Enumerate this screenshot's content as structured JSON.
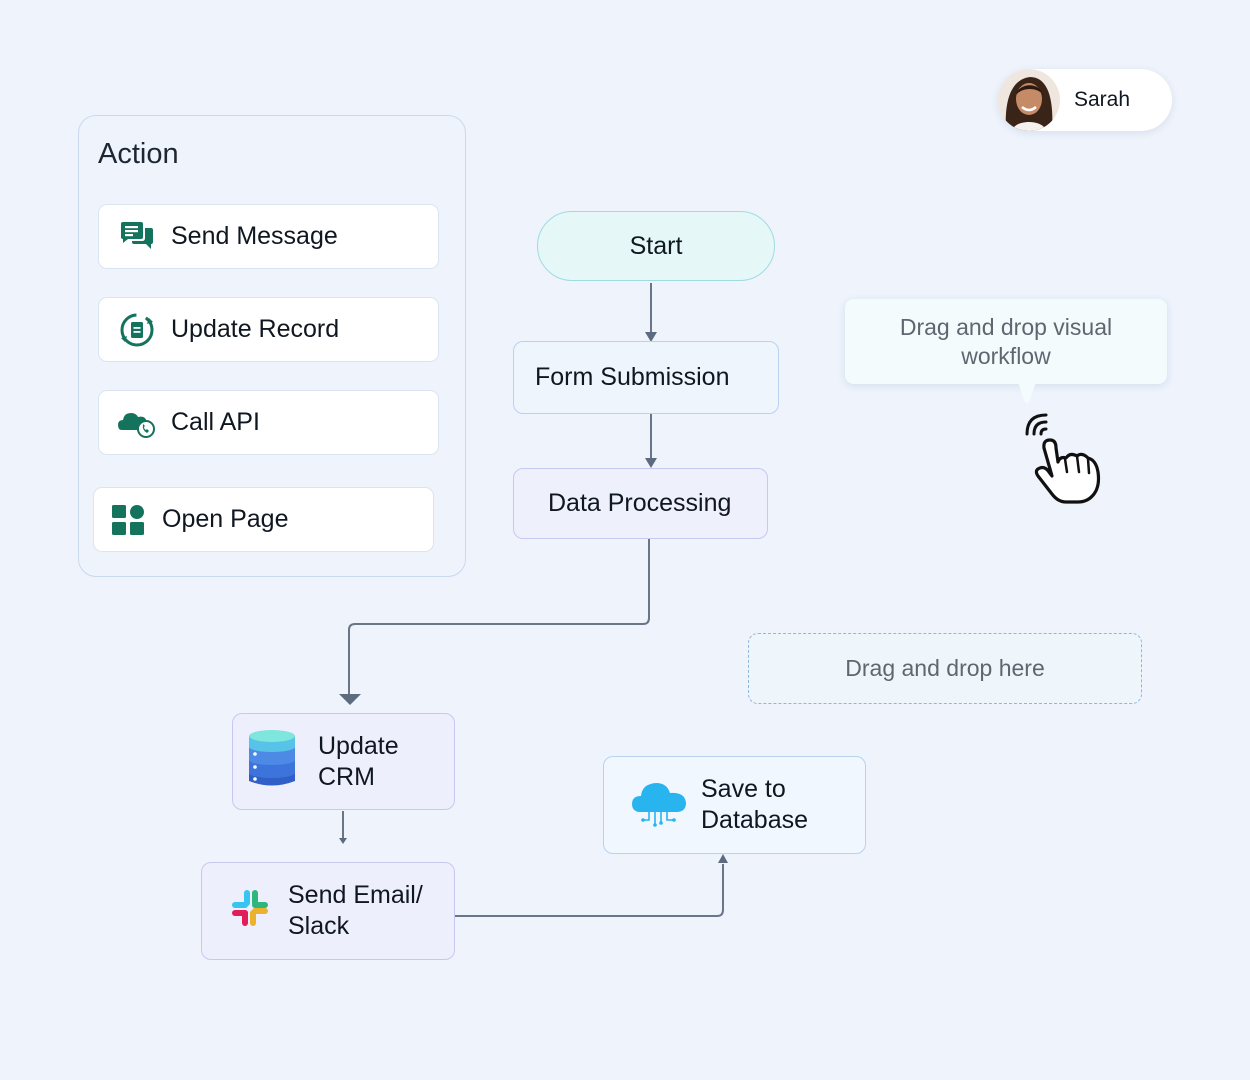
{
  "user": {
    "name": "Sarah"
  },
  "action_panel": {
    "title": "Action",
    "items": [
      {
        "label": "Send Message",
        "icon": "chat-icon"
      },
      {
        "label": "Update Record",
        "icon": "update-record-icon"
      },
      {
        "label": "Call API",
        "icon": "cloud-phone-icon"
      },
      {
        "label": "Open Page",
        "icon": "widgets-icon"
      }
    ]
  },
  "flow": {
    "start": "Start",
    "form_submission": "Form Submission",
    "data_processing": "Data Processing",
    "update_crm": {
      "line1": "Update",
      "line2": "CRM"
    },
    "send_email": {
      "line1": "Send Email/",
      "line2": "Slack"
    },
    "save_db": {
      "line1": "Save to",
      "line2": "Database"
    }
  },
  "tooltip": {
    "line1": "Drag and drop visual",
    "line2": "workflow"
  },
  "dropzone": {
    "label": "Drag and drop here"
  },
  "colors": {
    "background": "#eef3fc",
    "accent_green": "#13735c",
    "connector": "#6a7688"
  }
}
